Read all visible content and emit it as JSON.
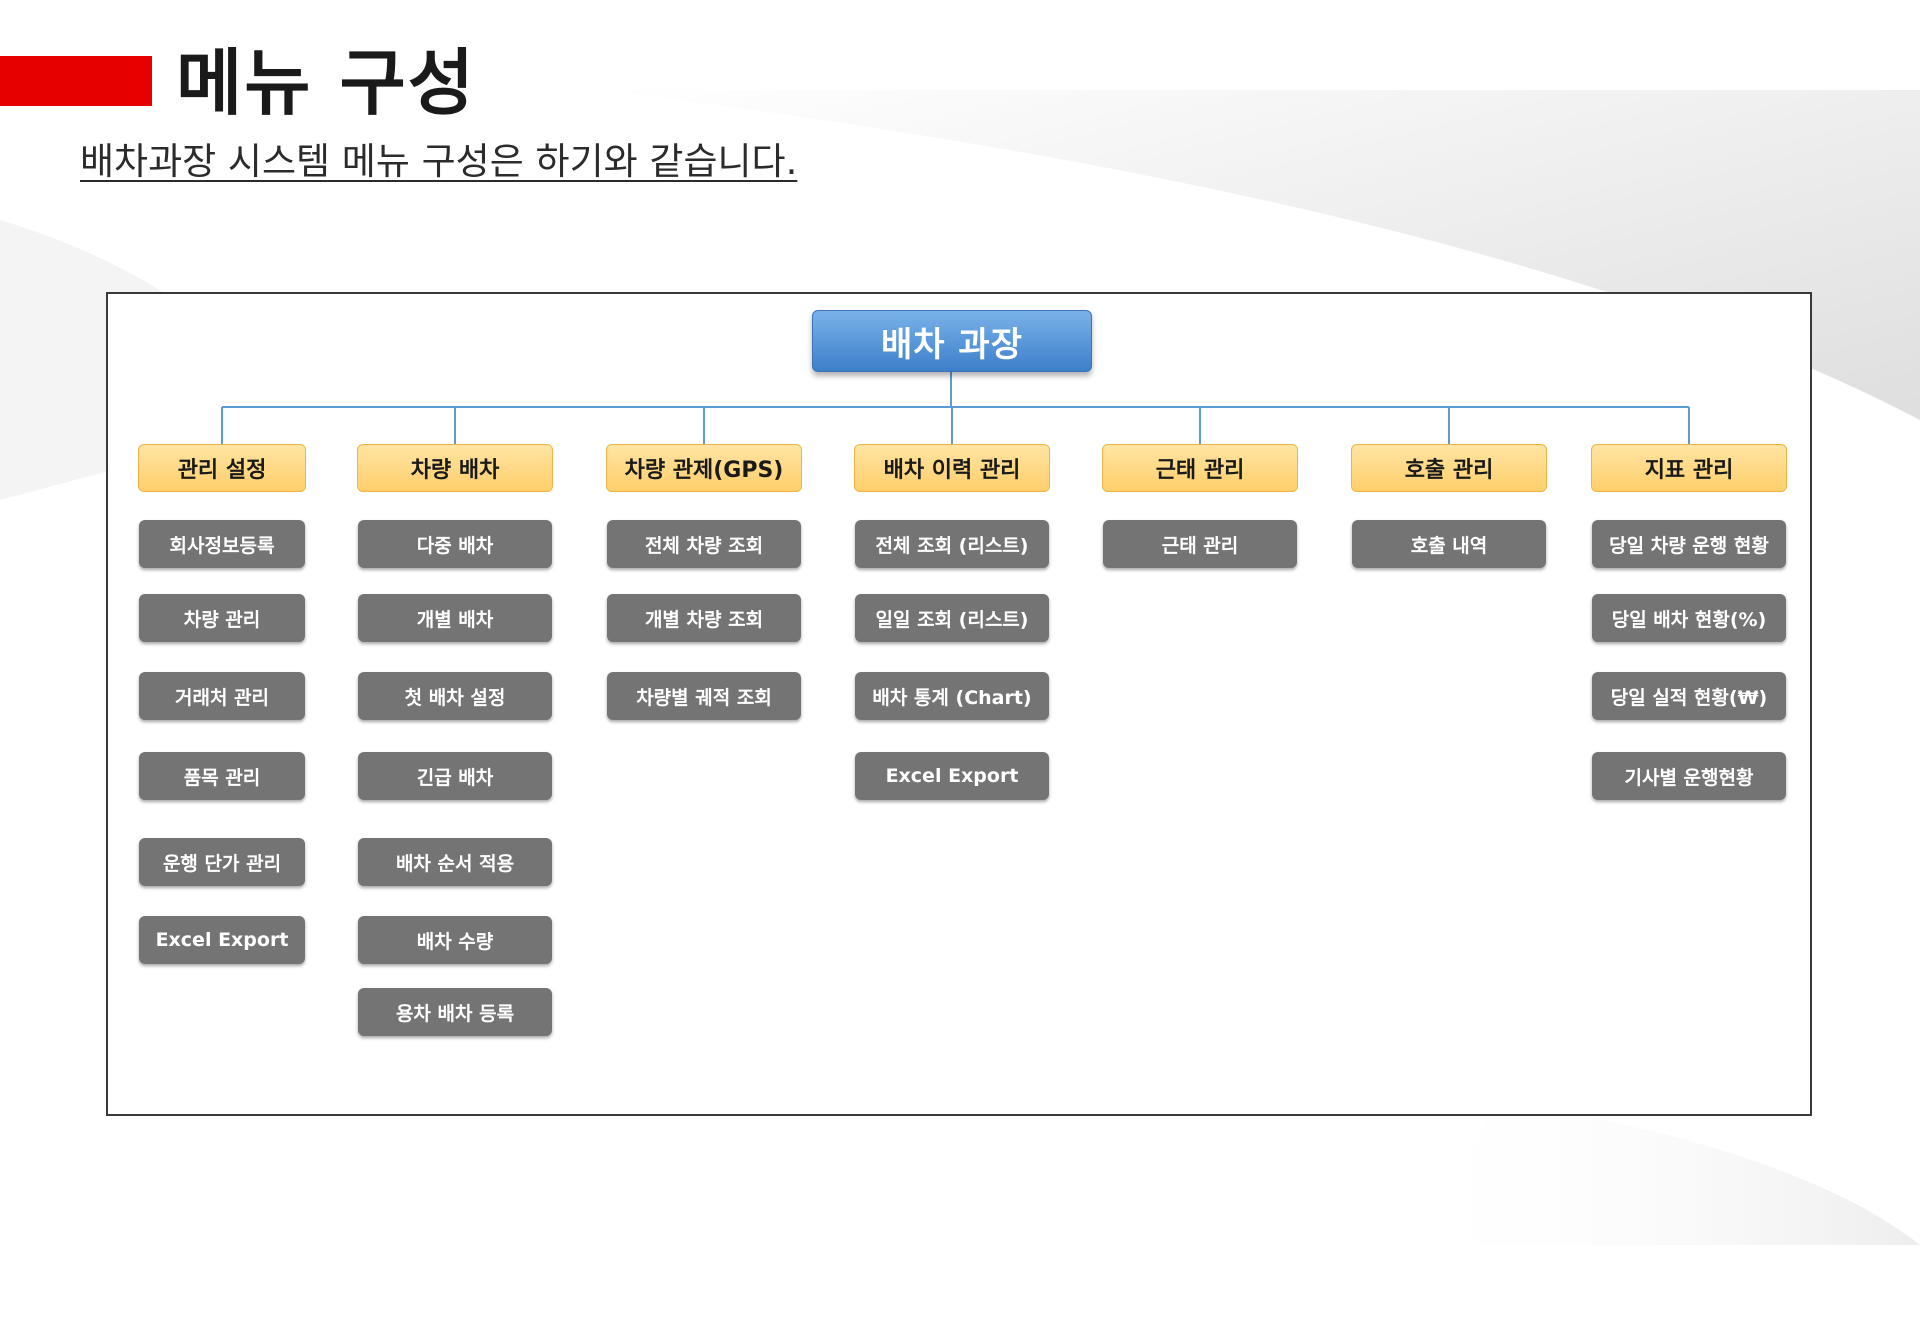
{
  "header": {
    "title": "메뉴 구성",
    "subtitle": "배차과장 시스템 메뉴 구성은 하기와 같습니다."
  },
  "diagram": {
    "root": "배차 과장",
    "categories": [
      {
        "label": "관리 설정",
        "items": [
          "회사정보등록",
          "차량 관리",
          "거래처 관리",
          "품목 관리",
          "운행 단가 관리",
          "Excel Export"
        ]
      },
      {
        "label": "차량 배차",
        "items": [
          "다중 배차",
          "개별 배차",
          "첫 배차 설정",
          "긴급 배차",
          "배차 순서 적용",
          "배차 수량",
          "용차 배차 등록"
        ]
      },
      {
        "label": "차량 관제(GPS)",
        "items": [
          "전체 차량 조회",
          "개별 차량 조회",
          "차량별 궤적 조회"
        ]
      },
      {
        "label": "배차 이력 관리",
        "items": [
          "전체 조회 (리스트)",
          "일일 조회 (리스트)",
          "배차 통계 (Chart)",
          "Excel Export"
        ]
      },
      {
        "label": "근태 관리",
        "items": [
          "근태 관리"
        ]
      },
      {
        "label": "호출 관리",
        "items": [
          "호출 내역"
        ]
      },
      {
        "label": "지표 관리",
        "items": [
          "당일 차량 운행 현황",
          "당일 배차 현황(%)",
          "당일 실적 현황(₩)",
          "기사별 운행현황"
        ]
      }
    ]
  },
  "colors": {
    "accent_red": "#e60000",
    "root_blue": "#4a8ad6",
    "category_yellow": "#ffd77f",
    "item_gray": "#747474",
    "connector_blue": "#5b9bd5"
  }
}
